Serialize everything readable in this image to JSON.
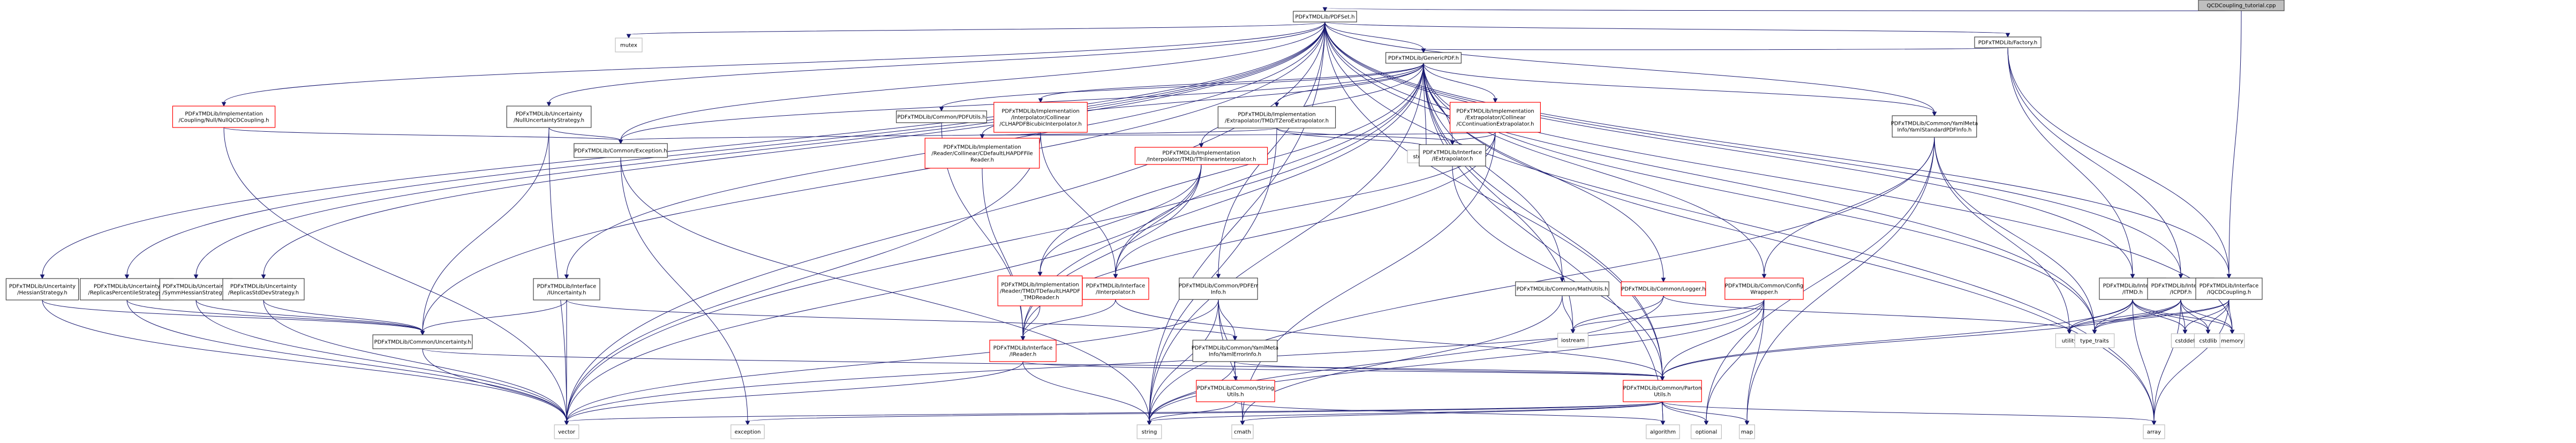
{
  "diagram": {
    "type": "include-dependency-graph",
    "colors": {
      "edge": "#191970",
      "node_border": "#404040",
      "truncated_border": "#ff0000",
      "system_border": "#bfbfbf",
      "root_fill": "#bfbfbf"
    },
    "nodes": [
      {
        "id": "root",
        "lines": [
          "QCDCoupling_tutorial.cpp"
        ],
        "kind": "root"
      },
      {
        "id": "pdfset",
        "lines": [
          "PDFxTMDLib/PDFSet.h"
        ],
        "kind": "normal"
      },
      {
        "id": "mutex",
        "lines": [
          "mutex"
        ],
        "kind": "sys"
      },
      {
        "id": "factory",
        "lines": [
          "PDFxTMDLib/Factory.h"
        ],
        "kind": "normal"
      },
      {
        "id": "genericpdf",
        "lines": [
          "PDFxTMDLib/GenericPDF.h"
        ],
        "kind": "normal"
      },
      {
        "id": "nullqcd",
        "lines": [
          "PDFxTMDLib/Implementation",
          "/Coupling/Null/NullQCDCoupling.h"
        ],
        "kind": "trunc"
      },
      {
        "id": "nullunc",
        "lines": [
          "PDFxTMDLib/Uncertainty",
          "/NullUncertaintyStrategy.h"
        ],
        "kind": "normal"
      },
      {
        "id": "pdfutils",
        "lines": [
          "PDFxTMDLib/Common/PDFUtils.h"
        ],
        "kind": "normal"
      },
      {
        "id": "clhapdfbicubic",
        "lines": [
          "PDFxTMDLib/Implementation",
          "/Interpolator/Collinear",
          "/CLHAPDFBicubicInterpolator.h"
        ],
        "kind": "trunc"
      },
      {
        "id": "tzeroextrap",
        "lines": [
          "PDFxTMDLib/Implementation",
          "/Extrapolator/TMD/TZeroExtrapolator.h"
        ],
        "kind": "normal"
      },
      {
        "id": "ccontextrap",
        "lines": [
          "PDFxTMDLib/Implementation",
          "/Extrapolator/Collinear",
          "/CContinuationExtrapolator.h"
        ],
        "kind": "trunc"
      },
      {
        "id": "yamlstd",
        "lines": [
          "PDFxTMDLib/Common/YamlMeta",
          "Info/YamlStandardPDFInfo.h"
        ],
        "kind": "normal"
      },
      {
        "id": "exception_h",
        "lines": [
          "PDFxTMDLib/Common/Exception.h"
        ],
        "kind": "normal"
      },
      {
        "id": "cdefaultlhapdf",
        "lines": [
          "PDFxTMDLib/Implementation",
          "/Reader/Collinear/CDefaultLHAPDFFile",
          "Reader.h"
        ],
        "kind": "trunc"
      },
      {
        "id": "ttrilinear",
        "lines": [
          "PDFxTMDLib/Implementation",
          "/Interpolator/TMD/TTrilinearInterpolator.h"
        ],
        "kind": "trunc"
      },
      {
        "id": "stdexcept",
        "lines": [
          "stdexcept"
        ],
        "kind": "sys"
      },
      {
        "id": "iextrap",
        "lines": [
          "PDFxTMDLib/Interface",
          "/IExtrapolator.h"
        ],
        "kind": "normal"
      },
      {
        "id": "hessian",
        "lines": [
          "PDFxTMDLib/Uncertainty",
          "/HessianStrategy.h"
        ],
        "kind": "normal"
      },
      {
        "id": "replperc",
        "lines": [
          "PDFxTMDLib/Uncertainty",
          "/ReplicasPercentileStrategy.h"
        ],
        "kind": "normal"
      },
      {
        "id": "symmhess",
        "lines": [
          "PDFxTMDLib/Uncertainty",
          "/SymmHessianStrategy.h"
        ],
        "kind": "normal"
      },
      {
        "id": "replstd",
        "lines": [
          "PDFxTMDLib/Uncertainty",
          "/ReplicasStdDevStrategy.h"
        ],
        "kind": "normal"
      },
      {
        "id": "iunc",
        "lines": [
          "PDFxTMDLib/Interface",
          "/IUncertainty.h"
        ],
        "kind": "normal"
      },
      {
        "id": "tdefaultlhapdf",
        "lines": [
          "PDFxTMDLib/Implementation",
          "/Reader/TMD/TDefaultLHAPDF",
          "_TMDReader.h"
        ],
        "kind": "trunc"
      },
      {
        "id": "iinterp",
        "lines": [
          "PDFxTMDLib/Interface",
          "/IInterpolator.h"
        ],
        "kind": "trunc"
      },
      {
        "id": "pdferr",
        "lines": [
          "PDFxTMDLib/Common/PDFErr",
          "Info.h"
        ],
        "kind": "normal"
      },
      {
        "id": "mathutils",
        "lines": [
          "PDFxTMDLib/Common/MathUtils.h"
        ],
        "kind": "normal"
      },
      {
        "id": "logger",
        "lines": [
          "PDFxTMDLib/Common/Logger.h"
        ],
        "kind": "trunc"
      },
      {
        "id": "configwrap",
        "lines": [
          "PDFxTMDLib/Common/Config",
          "Wrapper.h"
        ],
        "kind": "trunc"
      },
      {
        "id": "itmd",
        "lines": [
          "PDFxTMDLib/Interface",
          "/ITMD.h"
        ],
        "kind": "normal"
      },
      {
        "id": "icpdf",
        "lines": [
          "PDFxTMDLib/Interface",
          "/ICPDF.h"
        ],
        "kind": "normal"
      },
      {
        "id": "iqcd",
        "lines": [
          "PDFxTMDLib/Interface",
          "/IQCDCoupling.h"
        ],
        "kind": "normal"
      },
      {
        "id": "uncertainty_h",
        "lines": [
          "PDFxTMDLib/Common/Uncertainty.h"
        ],
        "kind": "normal"
      },
      {
        "id": "ireader",
        "lines": [
          "PDFxTMDLib/Interface",
          "/IReader.h"
        ],
        "kind": "trunc"
      },
      {
        "id": "yamlerr",
        "lines": [
          "PDFxTMDLib/Common/YamlMeta",
          "Info/YamlErrorInfo.h"
        ],
        "kind": "normal"
      },
      {
        "id": "stringutils",
        "lines": [
          "PDFxTMDLib/Common/String",
          "Utils.h"
        ],
        "kind": "trunc"
      },
      {
        "id": "partonutils",
        "lines": [
          "PDFxTMDLib/Common/Parton",
          "Utils.h"
        ],
        "kind": "trunc"
      },
      {
        "id": "iostream",
        "lines": [
          "iostream"
        ],
        "kind": "sys"
      },
      {
        "id": "utility",
        "lines": [
          "utility"
        ],
        "kind": "sys"
      },
      {
        "id": "type_traits",
        "lines": [
          "type_traits"
        ],
        "kind": "sys"
      },
      {
        "id": "cstddef",
        "lines": [
          "cstddef"
        ],
        "kind": "sys"
      },
      {
        "id": "cstdlib",
        "lines": [
          "cstdlib"
        ],
        "kind": "sys"
      },
      {
        "id": "memory",
        "lines": [
          "memory"
        ],
        "kind": "sys"
      },
      {
        "id": "vector",
        "lines": [
          "vector"
        ],
        "kind": "sys"
      },
      {
        "id": "exception",
        "lines": [
          "exception"
        ],
        "kind": "sys"
      },
      {
        "id": "string",
        "lines": [
          "string"
        ],
        "kind": "sys"
      },
      {
        "id": "cmath",
        "lines": [
          "cmath"
        ],
        "kind": "sys"
      },
      {
        "id": "algorithm",
        "lines": [
          "algorithm"
        ],
        "kind": "sys"
      },
      {
        "id": "optional",
        "lines": [
          "optional"
        ],
        "kind": "sys"
      },
      {
        "id": "map",
        "lines": [
          "map"
        ],
        "kind": "sys"
      },
      {
        "id": "array",
        "lines": [
          "array"
        ],
        "kind": "sys"
      }
    ],
    "edges": [
      [
        "root",
        "pdfset"
      ],
      [
        "root",
        "iqcd"
      ],
      [
        "pdfset",
        "mutex"
      ],
      [
        "pdfset",
        "factory"
      ],
      [
        "pdfset",
        "genericpdf"
      ],
      [
        "pdfset",
        "nullqcd"
      ],
      [
        "pdfset",
        "nullunc"
      ],
      [
        "pdfset",
        "hessian"
      ],
      [
        "pdfset",
        "replperc"
      ],
      [
        "pdfset",
        "symmhess"
      ],
      [
        "pdfset",
        "replstd"
      ],
      [
        "pdfset",
        "exception_h"
      ],
      [
        "pdfset",
        "uncertainty_h"
      ],
      [
        "pdfset",
        "iunc"
      ],
      [
        "pdfset",
        "vector"
      ],
      [
        "pdfset",
        "string"
      ],
      [
        "pdfset",
        "yamlstd"
      ],
      [
        "pdfset",
        "itmd"
      ],
      [
        "pdfset",
        "icpdf"
      ],
      [
        "pdfset",
        "iqcd"
      ],
      [
        "pdfset",
        "type_traits"
      ],
      [
        "pdfset",
        "memory"
      ],
      [
        "pdfset",
        "array"
      ],
      [
        "pdfset",
        "pdferr"
      ],
      [
        "pdfset",
        "partonutils"
      ],
      [
        "factory",
        "genericpdf"
      ],
      [
        "factory",
        "itmd"
      ],
      [
        "factory",
        "icpdf"
      ],
      [
        "factory",
        "iqcd"
      ],
      [
        "genericpdf",
        "pdfutils"
      ],
      [
        "genericpdf",
        "clhapdfbicubic"
      ],
      [
        "genericpdf",
        "tzeroextrap"
      ],
      [
        "genericpdf",
        "ccontextrap"
      ],
      [
        "genericpdf",
        "yamlstd"
      ],
      [
        "genericpdf",
        "exception_h"
      ],
      [
        "genericpdf",
        "cdefaultlhapdf"
      ],
      [
        "genericpdf",
        "ttrilinear"
      ],
      [
        "genericpdf",
        "stdexcept"
      ],
      [
        "genericpdf",
        "iextrap"
      ],
      [
        "genericpdf",
        "tdefaultlhapdf"
      ],
      [
        "genericpdf",
        "iinterp"
      ],
      [
        "genericpdf",
        "ireader"
      ],
      [
        "genericpdf",
        "mathutils"
      ],
      [
        "genericpdf",
        "logger"
      ],
      [
        "genericpdf",
        "configwrap"
      ],
      [
        "genericpdf",
        "vector"
      ],
      [
        "genericpdf",
        "string"
      ],
      [
        "genericpdf",
        "iostream"
      ],
      [
        "genericpdf",
        "type_traits"
      ],
      [
        "genericpdf",
        "partonutils"
      ],
      [
        "genericpdf",
        "algorithm"
      ],
      [
        "genericpdf",
        "array"
      ],
      [
        "nullqcd",
        "exception_h"
      ],
      [
        "nullqcd",
        "vector"
      ],
      [
        "nullunc",
        "exception_h"
      ],
      [
        "nullunc",
        "uncertainty_h"
      ],
      [
        "nullunc",
        "vector"
      ],
      [
        "pdfutils",
        "ireader"
      ],
      [
        "clhapdfbicubic",
        "cdefaultlhapdf"
      ],
      [
        "clhapdfbicubic",
        "iinterp"
      ],
      [
        "clhapdfbicubic",
        "vector"
      ],
      [
        "tzeroextrap",
        "stdexcept"
      ],
      [
        "tzeroextrap",
        "iextrap"
      ],
      [
        "tzeroextrap",
        "exception_h"
      ],
      [
        "tzeroextrap",
        "string"
      ],
      [
        "ccontextrap",
        "iextrap"
      ],
      [
        "ccontextrap",
        "cdefaultlhapdf"
      ],
      [
        "ccontextrap",
        "iinterp"
      ],
      [
        "ccontextrap",
        "ireader"
      ],
      [
        "ccontextrap",
        "cmath"
      ],
      [
        "yamlstd",
        "configwrap"
      ],
      [
        "yamlstd",
        "utility"
      ],
      [
        "yamlstd",
        "type_traits"
      ],
      [
        "yamlstd",
        "optional"
      ],
      [
        "yamlstd",
        "map"
      ],
      [
        "yamlstd",
        "string"
      ],
      [
        "exception_h",
        "exception"
      ],
      [
        "exception_h",
        "string"
      ],
      [
        "cdefaultlhapdf",
        "ireader"
      ],
      [
        "ttrilinear",
        "tdefaultlhapdf"
      ],
      [
        "ttrilinear",
        "iinterp"
      ],
      [
        "ttrilinear",
        "ireader"
      ],
      [
        "ttrilinear",
        "vector"
      ],
      [
        "iextrap",
        "partonutils"
      ],
      [
        "hessian",
        "uncertainty_h"
      ],
      [
        "hessian",
        "vector"
      ],
      [
        "replperc",
        "uncertainty_h"
      ],
      [
        "replperc",
        "vector"
      ],
      [
        "symmhess",
        "uncertainty_h"
      ],
      [
        "symmhess",
        "vector"
      ],
      [
        "replstd",
        "uncertainty_h"
      ],
      [
        "replstd",
        "vector"
      ],
      [
        "iunc",
        "uncertainty_h"
      ],
      [
        "iunc",
        "vector"
      ],
      [
        "iunc",
        "yamlerr"
      ],
      [
        "tdefaultlhapdf",
        "ireader"
      ],
      [
        "iinterp",
        "ireader"
      ],
      [
        "iinterp",
        "partonutils"
      ],
      [
        "pdferr",
        "yamlerr"
      ],
      [
        "pdferr",
        "stringutils"
      ],
      [
        "pdferr",
        "string"
      ],
      [
        "pdferr",
        "vector"
      ],
      [
        "pdferr",
        "cmath"
      ],
      [
        "mathutils",
        "iostream"
      ],
      [
        "mathutils",
        "cmath"
      ],
      [
        "logger",
        "iostream"
      ],
      [
        "logger",
        "string"
      ],
      [
        "logger",
        "utility"
      ],
      [
        "configwrap",
        "iostream"
      ],
      [
        "configwrap",
        "partonutils"
      ],
      [
        "configwrap",
        "optional"
      ],
      [
        "configwrap",
        "map"
      ],
      [
        "configwrap",
        "vector"
      ],
      [
        "configwrap",
        "string"
      ],
      [
        "itmd",
        "utility"
      ],
      [
        "itmd",
        "type_traits"
      ],
      [
        "itmd",
        "cstddef"
      ],
      [
        "itmd",
        "cstdlib"
      ],
      [
        "itmd",
        "memory"
      ],
      [
        "itmd",
        "array"
      ],
      [
        "itmd",
        "partonutils"
      ],
      [
        "icpdf",
        "utility"
      ],
      [
        "icpdf",
        "type_traits"
      ],
      [
        "icpdf",
        "cstddef"
      ],
      [
        "icpdf",
        "cstdlib"
      ],
      [
        "icpdf",
        "memory"
      ],
      [
        "icpdf",
        "array"
      ],
      [
        "icpdf",
        "partonutils"
      ],
      [
        "iqcd",
        "utility"
      ],
      [
        "iqcd",
        "type_traits"
      ],
      [
        "iqcd",
        "cstddef"
      ],
      [
        "iqcd",
        "cstdlib"
      ],
      [
        "iqcd",
        "memory"
      ],
      [
        "iqcd",
        "array"
      ],
      [
        "uncertainty_h",
        "vector"
      ],
      [
        "uncertainty_h",
        "partonutils"
      ],
      [
        "ireader",
        "vector"
      ],
      [
        "ireader",
        "string"
      ],
      [
        "ireader",
        "partonutils"
      ],
      [
        "yamlerr",
        "string"
      ],
      [
        "yamlerr",
        "partonutils"
      ],
      [
        "stringutils",
        "algorithm"
      ],
      [
        "stringutils",
        "string"
      ],
      [
        "partonutils",
        "vector"
      ],
      [
        "partonutils",
        "string"
      ],
      [
        "partonutils",
        "cmath"
      ],
      [
        "partonutils",
        "algorithm"
      ],
      [
        "partonutils",
        "optional"
      ],
      [
        "partonutils",
        "map"
      ],
      [
        "partonutils",
        "array"
      ],
      [
        "partonutils",
        "exception"
      ]
    ]
  }
}
